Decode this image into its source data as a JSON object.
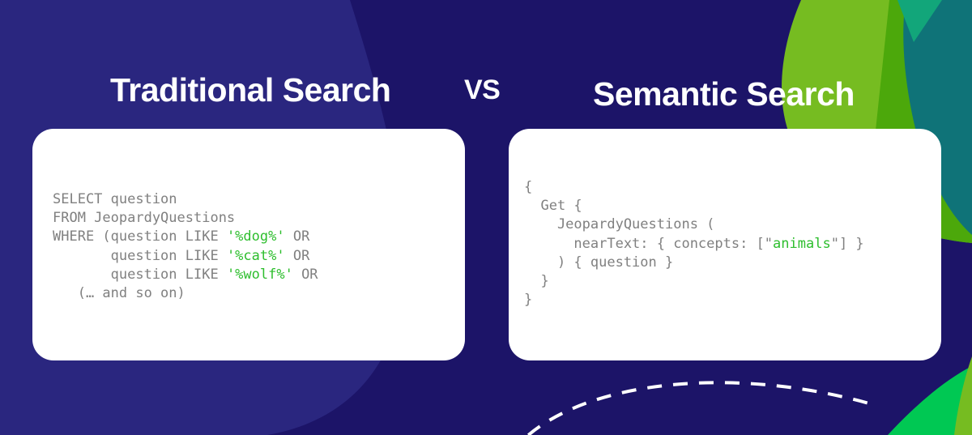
{
  "theme": {
    "background_navy": "#1C1468",
    "accent_indigo": "#2A267F",
    "accent_green_light": "#76BC21",
    "accent_green_mid": "#4CA80B",
    "accent_green_bright": "#00C853",
    "accent_teal": "#0F7378",
    "accent_teal_bright": "#12A67A",
    "card_background": "#FFFFFF",
    "code_text": "#808080",
    "code_string": "#2EBE2E",
    "heading_text": "#FFFFFF",
    "dashed_arc": "#FFFFFF"
  },
  "headings": {
    "left": "Traditional Search",
    "middle": "VS",
    "right": "Semantic Search"
  },
  "cards": {
    "traditional": {
      "language": "sql",
      "lines": [
        [
          {
            "text": "SELECT question",
            "type": "plain"
          }
        ],
        [
          {
            "text": "FROM JeopardyQuestions",
            "type": "plain"
          }
        ],
        [
          {
            "text": "WHERE (question LIKE ",
            "type": "plain"
          },
          {
            "text": "'%dog%'",
            "type": "string"
          },
          {
            "text": " OR",
            "type": "plain"
          }
        ],
        [
          {
            "text": "       question LIKE ",
            "type": "plain"
          },
          {
            "text": "'%cat%'",
            "type": "string"
          },
          {
            "text": " OR",
            "type": "plain"
          }
        ],
        [
          {
            "text": "       question LIKE ",
            "type": "plain"
          },
          {
            "text": "'%wolf%'",
            "type": "string"
          },
          {
            "text": " OR",
            "type": "plain"
          }
        ],
        [
          {
            "text": "   (… and so on)",
            "type": "plain"
          }
        ]
      ]
    },
    "semantic": {
      "language": "graphql",
      "lines": [
        [
          {
            "text": "{",
            "type": "plain"
          }
        ],
        [
          {
            "text": "  Get {",
            "type": "plain"
          }
        ],
        [
          {
            "text": "    JeopardyQuestions (",
            "type": "plain"
          }
        ],
        [
          {
            "text": "      nearText: { concepts: [\"",
            "type": "plain"
          },
          {
            "text": "animals",
            "type": "string"
          },
          {
            "text": "\"] }",
            "type": "plain"
          }
        ],
        [
          {
            "text": "    ) { question }",
            "type": "plain"
          }
        ],
        [
          {
            "text": "  }",
            "type": "plain"
          }
        ],
        [
          {
            "text": "}",
            "type": "plain"
          }
        ]
      ]
    }
  }
}
